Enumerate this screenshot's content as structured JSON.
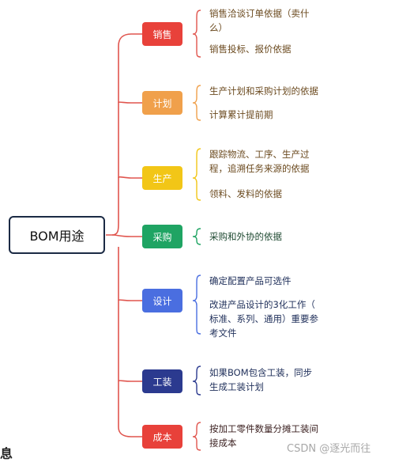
{
  "root": {
    "label": "BOM用途"
  },
  "branches": [
    {
      "label": "销售",
      "color": "#e8413a",
      "text_color": "#6b4a1f",
      "items": [
        "销售洽谈订单依据（卖什\n么）",
        "销售投标、报价依据"
      ]
    },
    {
      "label": "计划",
      "color": "#f0a04b",
      "text_color": "#6b4a1f",
      "items": [
        "生产计划和采购计划的依据",
        "计算累计提前期"
      ]
    },
    {
      "label": "生产",
      "color": "#f2c617",
      "text_color": "#6b4a1f",
      "items": [
        "跟踪物流、工序、生产过\n程，追溯任务来源的依据",
        "领料、发料的依据"
      ]
    },
    {
      "label": "采购",
      "color": "#1fa463",
      "text_color": "#1f4a32",
      "items": [
        "采购和外协的依据"
      ]
    },
    {
      "label": "设计",
      "color": "#4a6ee0",
      "text_color": "#1f2f5a",
      "items": [
        "确定配置产品可选件",
        "改进产品设计的3化工作（\n标准、系列、通用）重要参\n考文件"
      ]
    },
    {
      "label": "工装",
      "color": "#2b3a8f",
      "text_color": "#1f2f5a",
      "items": [
        "如果BOM包含工装，同步\n生成工装计划"
      ]
    },
    {
      "label": "成本",
      "color": "#e8413a",
      "text_color": "#3a1f1f",
      "items": [
        "按加工零件数量分摊工装间\n接成本"
      ]
    }
  ],
  "watermark": "CSDN @逐光而往",
  "edge_char": "息"
}
